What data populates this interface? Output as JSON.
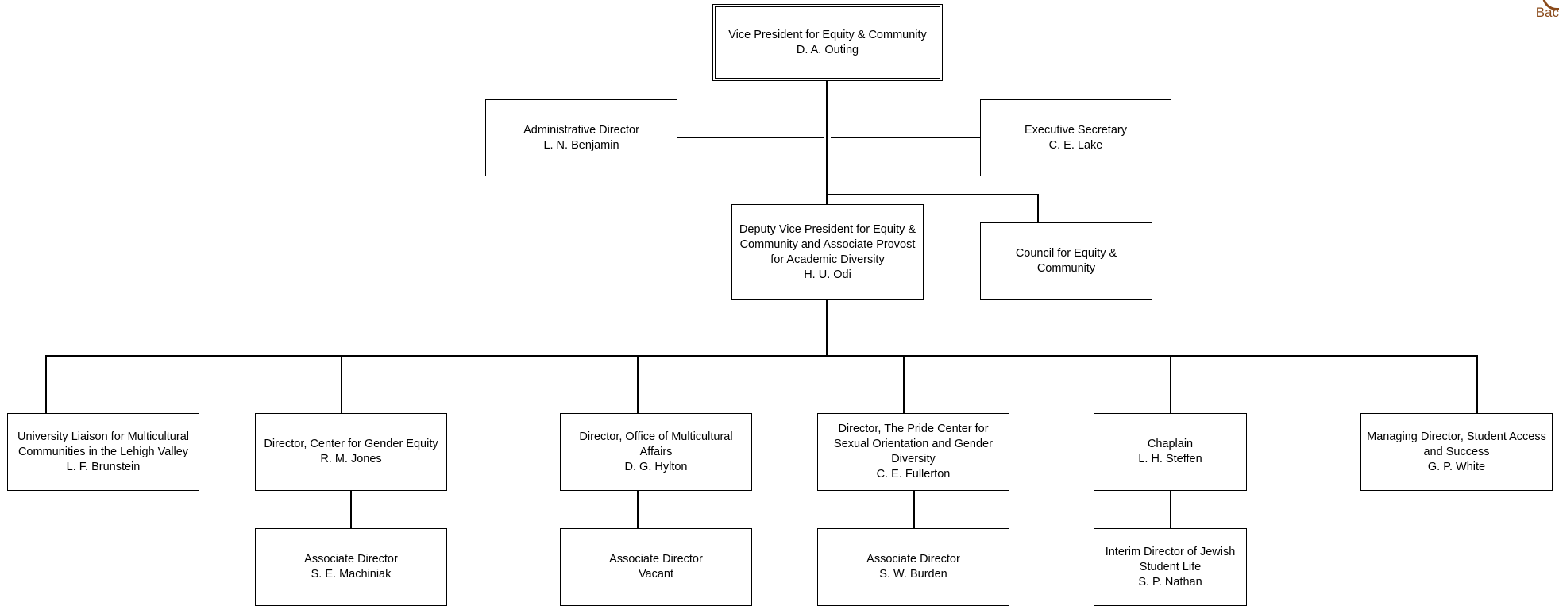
{
  "nav": {
    "back_label": "Bac"
  },
  "top": {
    "title": "Vice President for Equity & Community",
    "name": "D. A. Outing"
  },
  "admin": {
    "title": "Administrative Director",
    "name": "L. N. Benjamin"
  },
  "secretary": {
    "title": "Executive Secretary",
    "name": "C. E. Lake"
  },
  "deputy": {
    "title": "Deputy Vice President for Equity & Community and Associate Provost for Academic Diversity",
    "name": "H. U. Odi"
  },
  "council": {
    "title": "Council for Equity & Community"
  },
  "directors": [
    {
      "title": "University Liaison for Multicultural Communities in the Lehigh Valley",
      "name": "L. F. Brunstein"
    },
    {
      "title": "Director, Center for Gender Equity",
      "name": "R. M. Jones"
    },
    {
      "title": "Director, Office of Multicultural Affairs",
      "name": "D. G. Hylton"
    },
    {
      "title": "Director, The Pride Center for Sexual Orientation and Gender Diversity",
      "name": "C. E. Fullerton"
    },
    {
      "title": "Chaplain",
      "name": "L. H. Steffen"
    },
    {
      "title": "Managing Director, Student Access and Success",
      "name": "G. P. White"
    }
  ],
  "associates": [
    {
      "title": "Associate Director",
      "name": "S. E. Machiniak"
    },
    {
      "title": "Associate Director",
      "name": "Vacant"
    },
    {
      "title": "Associate Director",
      "name": "S. W. Burden"
    },
    {
      "title": "Interim Director of Jewish Student Life",
      "name": "S. P. Nathan"
    }
  ]
}
